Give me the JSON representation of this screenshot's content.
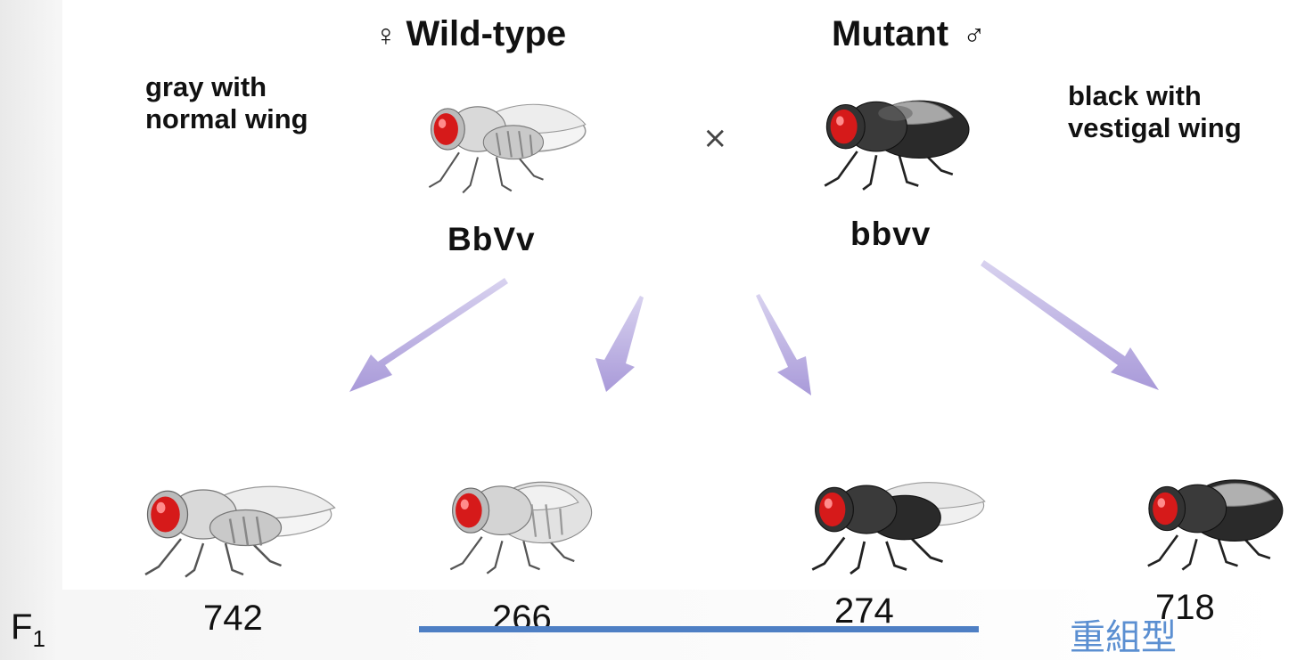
{
  "parents": {
    "female": {
      "symbol": "♀",
      "title": "Wild-type",
      "description_line1": "gray with",
      "description_line2": "normal wing",
      "genotype": "BbVv"
    },
    "male": {
      "symbol": "♂",
      "title": "Mutant",
      "description_line1": "black with",
      "description_line2": "vestigal wing",
      "genotype": "bbvv"
    },
    "cross_symbol": "×"
  },
  "offspring": {
    "generation_label": "F",
    "generation_subscript": "1",
    "counts": [
      "742",
      "266",
      "274",
      "718"
    ]
  },
  "recombinant_label": "重組型",
  "colors": {
    "arrow": "#b9aee0",
    "underline": "#4e7fc4",
    "chinese_label": "#5b8fd1",
    "eye": "#d61a1a"
  }
}
